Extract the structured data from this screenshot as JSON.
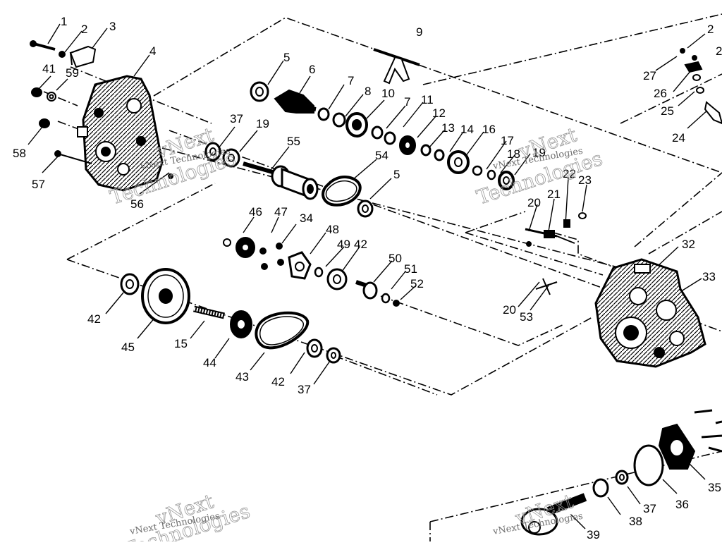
{
  "diagram": {
    "watermark": {
      "line1": "vNext",
      "line2": "Technologies",
      "caption": "vNext Technologies"
    },
    "callouts": [
      "1",
      "2",
      "3",
      "4",
      "5",
      "6",
      "7",
      "8",
      "9",
      "10",
      "7",
      "11",
      "12",
      "13",
      "14",
      "16",
      "17",
      "18",
      "19",
      "41",
      "59",
      "58",
      "57",
      "56",
      "37",
      "19",
      "55",
      "54",
      "5",
      "46",
      "47",
      "34",
      "48",
      "49",
      "42",
      "50",
      "51",
      "52",
      "42",
      "45",
      "15",
      "44",
      "43",
      "42",
      "37",
      "2",
      "27",
      "2",
      "26",
      "25",
      "24",
      "20",
      "21",
      "22",
      "23",
      "32",
      "33",
      "20",
      "53",
      "35",
      "36",
      "37",
      "38",
      "39"
    ]
  }
}
